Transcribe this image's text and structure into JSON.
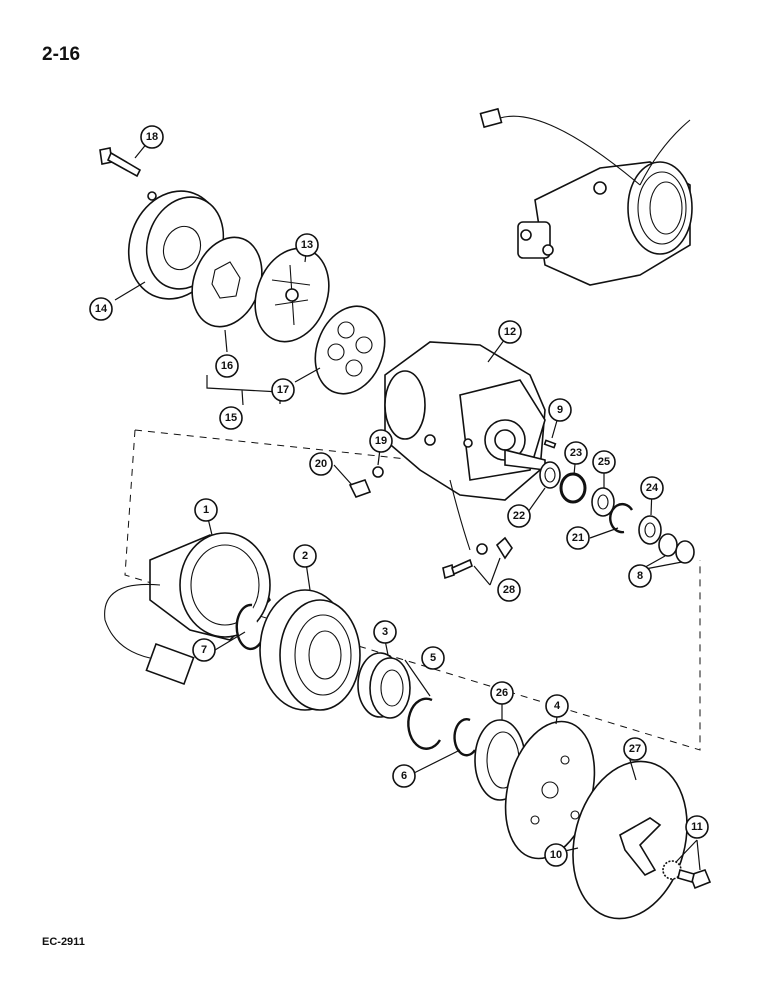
{
  "page_number": "2-16",
  "figure_code": "EC-2911",
  "callouts": [
    {
      "id": "18",
      "label": "18"
    },
    {
      "id": "13",
      "label": "13"
    },
    {
      "id": "14",
      "label": "14"
    },
    {
      "id": "16",
      "label": "16"
    },
    {
      "id": "17",
      "label": "17"
    },
    {
      "id": "15",
      "label": "15"
    },
    {
      "id": "12",
      "label": "12"
    },
    {
      "id": "9",
      "label": "9"
    },
    {
      "id": "19",
      "label": "19"
    },
    {
      "id": "20",
      "label": "20"
    },
    {
      "id": "23",
      "label": "23"
    },
    {
      "id": "25",
      "label": "25"
    },
    {
      "id": "24",
      "label": "24"
    },
    {
      "id": "22",
      "label": "22"
    },
    {
      "id": "21",
      "label": "21"
    },
    {
      "id": "8",
      "label": "8"
    },
    {
      "id": "28",
      "label": "28"
    },
    {
      "id": "1",
      "label": "1"
    },
    {
      "id": "2",
      "label": "2"
    },
    {
      "id": "7",
      "label": "7"
    },
    {
      "id": "3",
      "label": "3"
    },
    {
      "id": "5",
      "label": "5"
    },
    {
      "id": "26",
      "label": "26"
    },
    {
      "id": "4",
      "label": "4"
    },
    {
      "id": "6",
      "label": "6"
    },
    {
      "id": "27",
      "label": "27"
    },
    {
      "id": "10",
      "label": "10"
    },
    {
      "id": "11",
      "label": "11"
    }
  ]
}
